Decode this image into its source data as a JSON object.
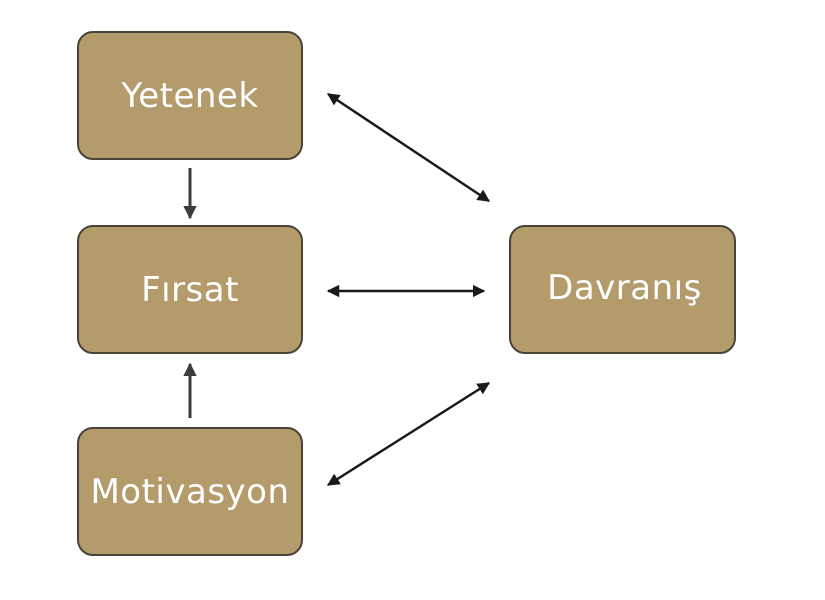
{
  "nodes": {
    "yetenek": "Yetenek",
    "firsat": "Fırsat",
    "motivasyon": "Motivasyon",
    "davranis": "Davranış"
  },
  "edges": [
    {
      "from": "yetenek",
      "to": "firsat",
      "direction": "one-way"
    },
    {
      "from": "motivasyon",
      "to": "firsat",
      "direction": "one-way"
    },
    {
      "from": "yetenek",
      "to": "davranis",
      "direction": "two-way"
    },
    {
      "from": "firsat",
      "to": "davranis",
      "direction": "two-way"
    },
    {
      "from": "motivasyon",
      "to": "davranis",
      "direction": "two-way"
    }
  ],
  "colors": {
    "box_fill": "#b39b6c",
    "box_border": "#4a4338",
    "label": "#ffffff",
    "arrow": "#1a1a1a",
    "arrow_vertical": "#3c3c3c"
  }
}
